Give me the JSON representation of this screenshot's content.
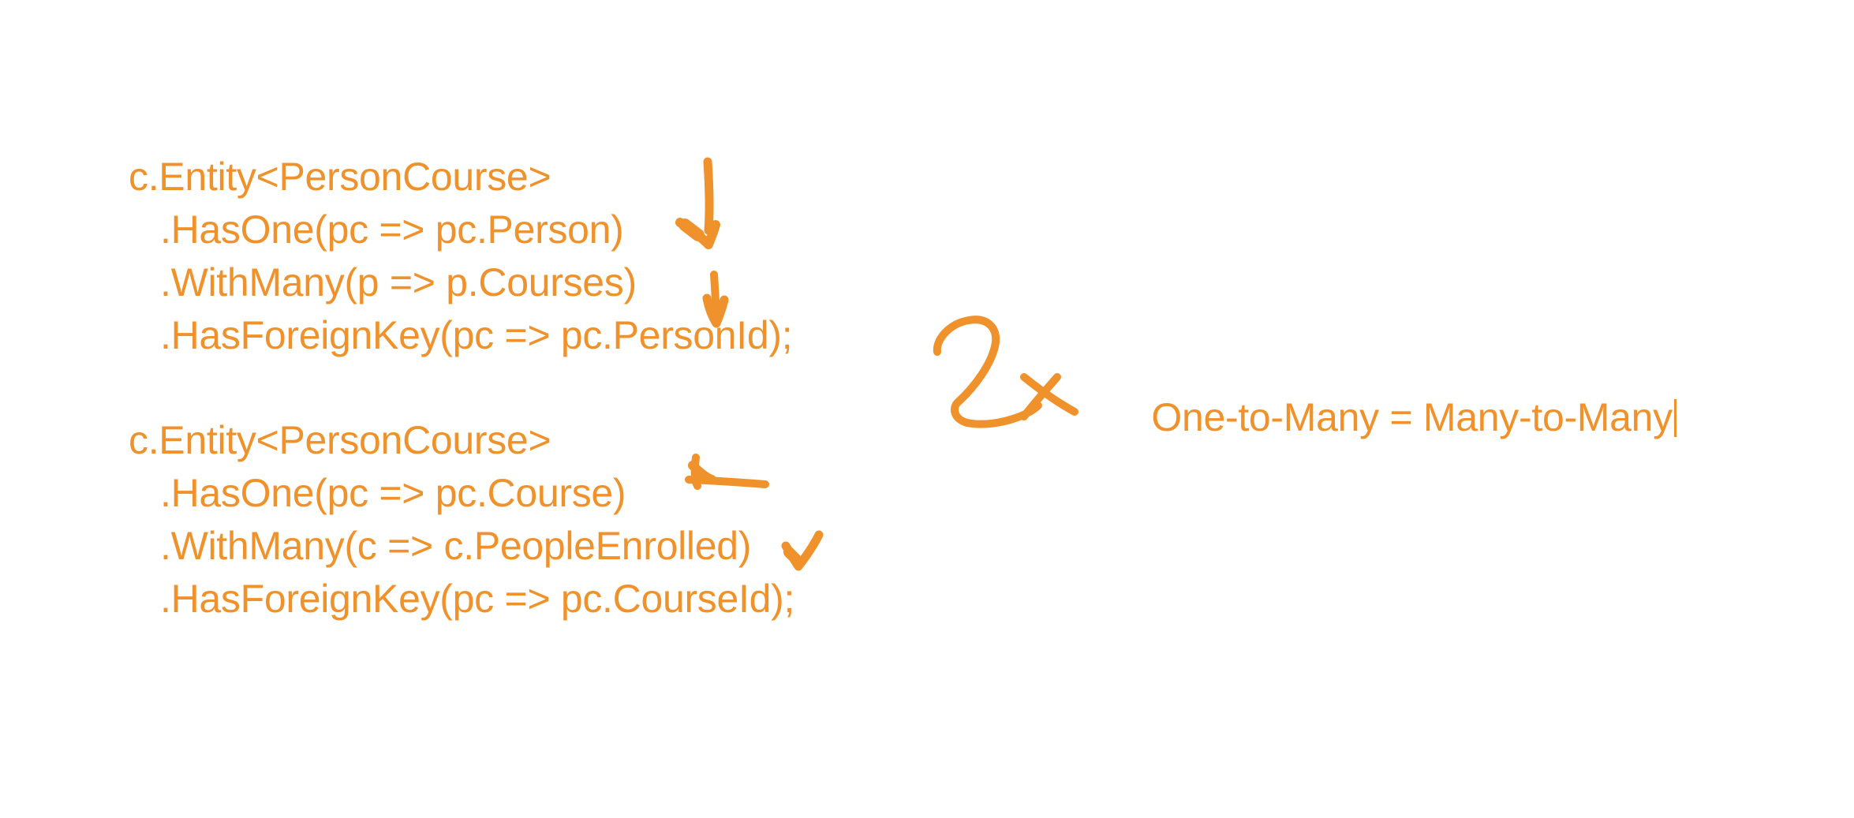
{
  "colors": {
    "ink": "#f0922b",
    "background": "#ffffff"
  },
  "blocks": [
    {
      "lines": [
        "c.Entity<PersonCourse>",
        ".HasOne(pc => pc.Person)",
        ".WithMany(p => p.Courses)",
        ".HasForeignKey(pc => pc.PersonId);"
      ]
    },
    {
      "lines": [
        "c.Entity<PersonCourse>",
        ".HasOne(pc => pc.Course)",
        ".WithMany(c => c.PeopleEnrolled)",
        ".HasForeignKey(pc => pc.CourseId);"
      ]
    }
  ],
  "note": {
    "text": "One-to-Many = Many-to-Many"
  },
  "annotations": {
    "multiplier_text": "2x",
    "marks": [
      "down-arrow",
      "down-arrow",
      "left-arrow",
      "check-arrow"
    ]
  }
}
